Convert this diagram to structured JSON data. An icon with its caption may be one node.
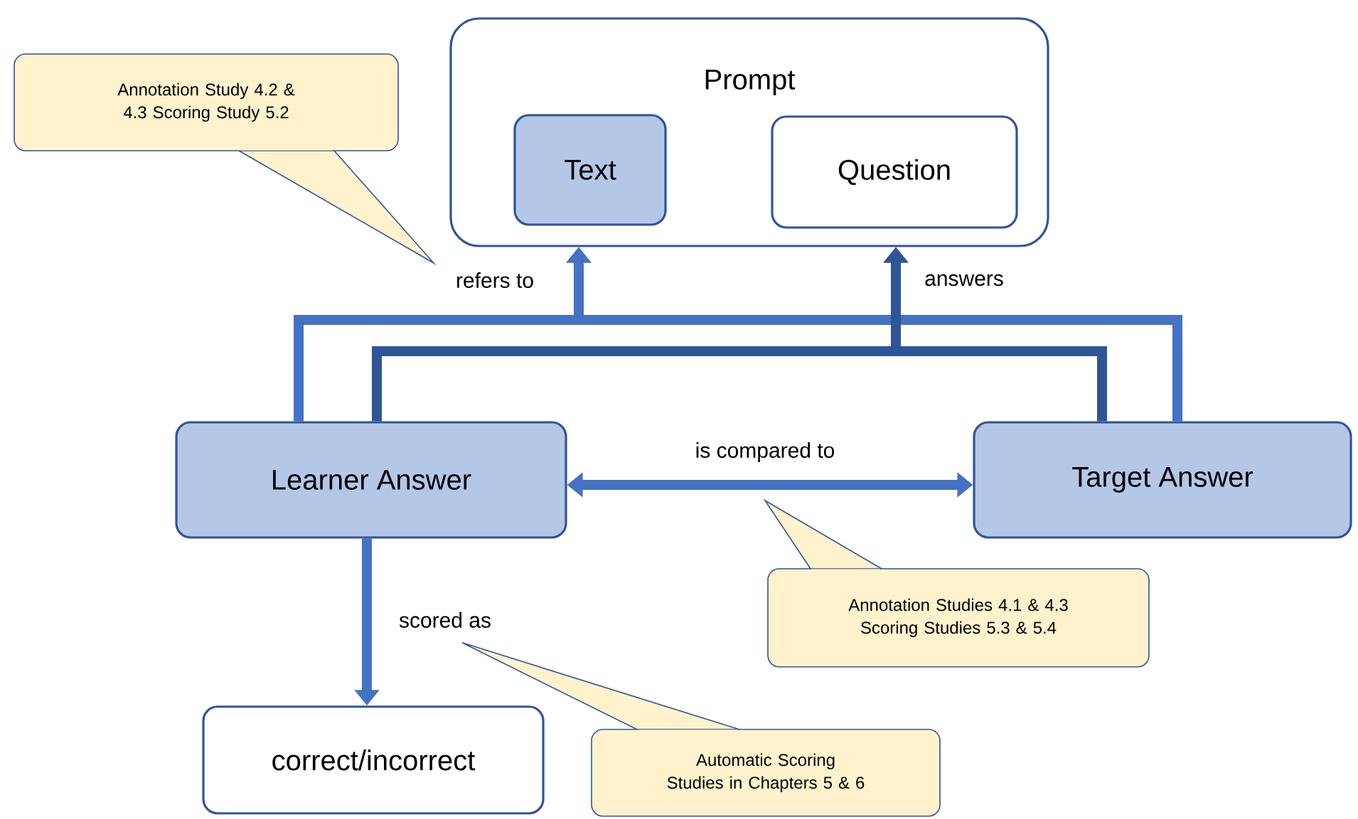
{
  "diagram": {
    "nodes": [
      {
        "text": [
          "Prompt"
        ]
      },
      {
        "text": [
          "Text"
        ],
        "in": 0
      },
      {
        "text": [
          "Question"
        ],
        "in": 0
      },
      {
        "text": [
          "Learner Answer"
        ]
      },
      {
        "text": [
          "Target Answer"
        ]
      },
      {
        "text": [
          "correct/incorrect"
        ]
      },
      {
        "text": [
          "Annotation Study 4.2 & 4.3 Scoring Study 5.2"
        ]
      },
      {
        "text": [
          "Annotation Studies 4.1 & 4.3 Scoring Studies 5.3 & 5.4"
        ]
      },
      {
        "text": [
          "Automatic Scoring Studies in Chapters 5 & 6"
        ]
      }
    ],
    "edges": [
      {
        "from": 3,
        "to": 0,
        "arrow": "to",
        "label": "refers to"
      },
      {
        "from": 4,
        "to": 0,
        "arrow": "to"
      },
      {
        "from": 3,
        "to": 0,
        "arrow": "to",
        "label": "answers",
        "color": "#2f5597"
      },
      {
        "from": 4,
        "to": 0,
        "arrow": "to",
        "color": "#2f5597"
      },
      {
        "from": 3,
        "to": 4,
        "arrow": "both",
        "label": "is compared to"
      },
      {
        "from": 3,
        "to": 5,
        "arrow": "to",
        "label": "scored as"
      }
    ]
  }
}
